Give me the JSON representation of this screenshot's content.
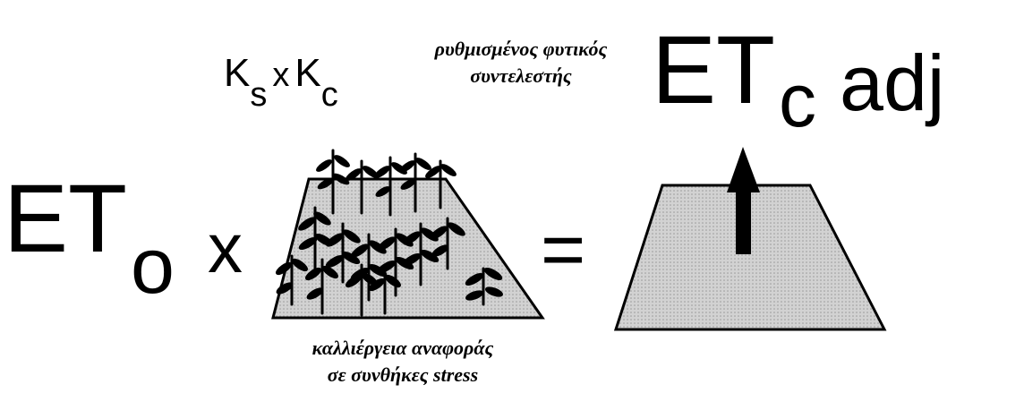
{
  "coefficient": {
    "k_symbol": "K",
    "ks_sub": "s",
    "times": "x",
    "kc_sub": "c"
  },
  "adjusted_label": {
    "line1": "ρυθμισμένος φυτικός",
    "line2": "συντελεστής"
  },
  "etc": {
    "main": "ET",
    "sub_c": "c",
    "adj": "adj"
  },
  "eto": {
    "main": "ET",
    "sub": "o"
  },
  "operator_multiply": "x",
  "operator_equals": "=",
  "crop_label": {
    "line1": "καλλιέργεια αναφοράς",
    "line2": "σε συνθήκες stress"
  },
  "colors": {
    "field_fill": "#c9c9c9",
    "ink": "#000000",
    "background": "#ffffff"
  }
}
